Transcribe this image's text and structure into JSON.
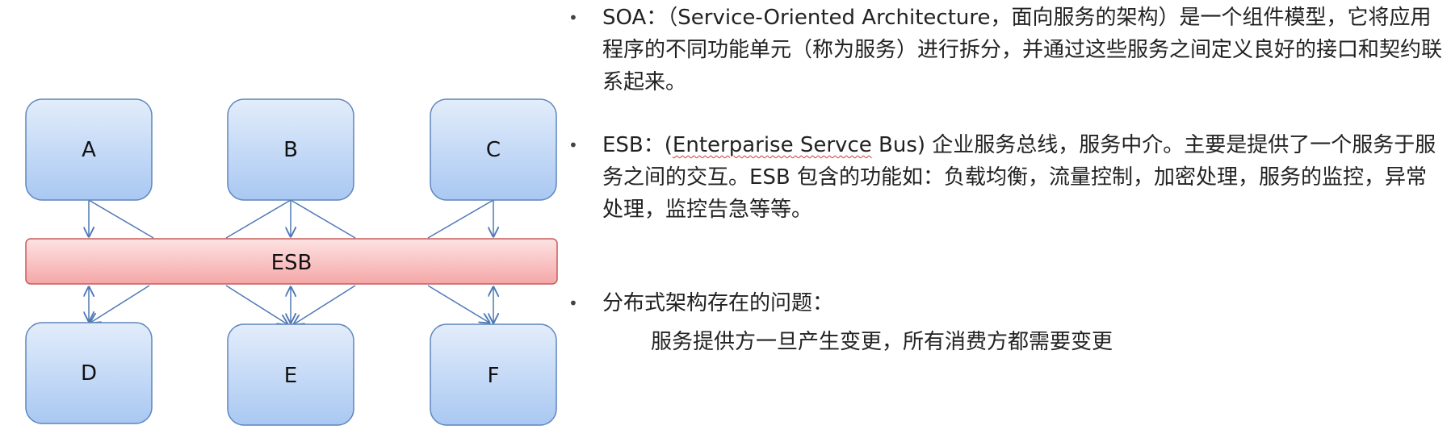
{
  "diagram": {
    "nodes": {
      "a": "A",
      "b": "B",
      "c": "C",
      "d": "D",
      "e": "E",
      "f": "F",
      "esb": "ESB"
    },
    "colors": {
      "node_fill_top": "#e3edfb",
      "node_fill_bottom": "#a9c8f2",
      "node_stroke": "#5f86bd",
      "bus_fill_top": "#fde1e1",
      "bus_fill_bottom": "#f6a9a9",
      "bus_stroke": "#c65b5b",
      "line": "#4f79b5"
    }
  },
  "bullets": {
    "soa": {
      "text": "SOA：（Service-Oriented Architecture，面向服务的架构）是一个组件模型，它将应用程序的不同功能单元（称为服务）进行拆分，并通过这些服务之间定义良好的接口和契约联系起来。"
    },
    "esb": {
      "lead": "ESB：(",
      "underlined": "Enterparise Servce",
      "rest": " Bus) 企业服务总线，服务中介。主要是提供了一个服务于服务之间的交互。ESB 包含的功能如：负载均衡，流量控制，加密处理，服务的监控，异常处理，监控告急等等。"
    },
    "issue": {
      "title": "分布式架构存在的问题：",
      "detail": "服务提供方一旦产生变更，所有消费方都需要变更"
    },
    "bullet_symbol": "•"
  }
}
